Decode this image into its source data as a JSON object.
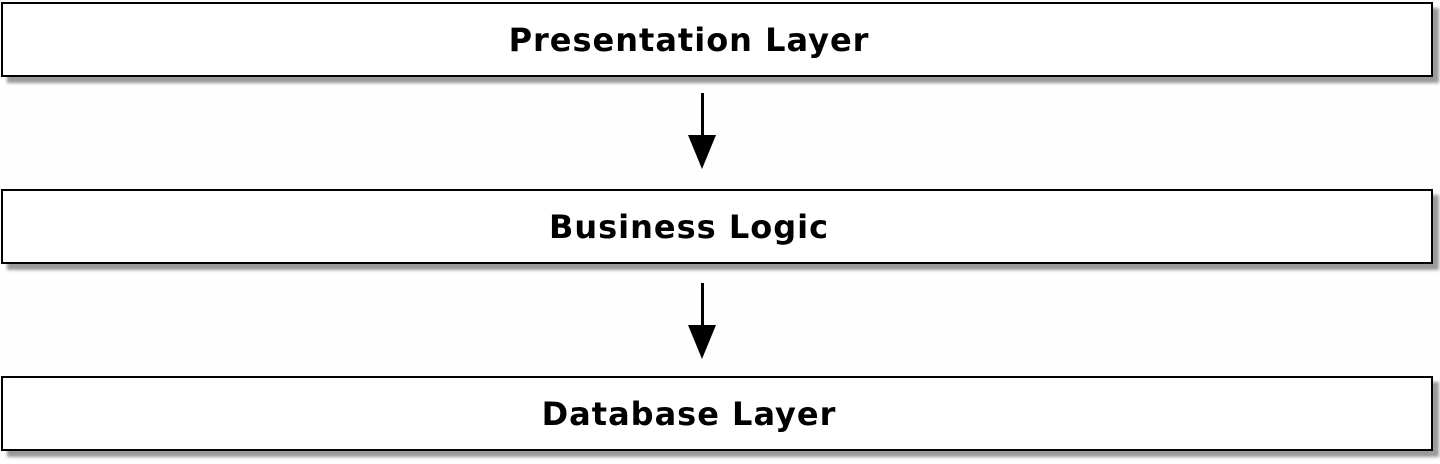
{
  "diagram": {
    "type": "flowchart",
    "direction": "top-down",
    "colors": {
      "canvas_bg": "#fefefe",
      "node_fill": "#ffffff",
      "node_border": "#000000",
      "node_shadow": "#9a9a9a",
      "text": "#000000",
      "connector": "#000000"
    },
    "nodes": [
      {
        "id": "presentation",
        "label": "Presentation Layer"
      },
      {
        "id": "business",
        "label": "Business Logic"
      },
      {
        "id": "database",
        "label": "Database Layer"
      }
    ],
    "connectors": [
      {
        "from": "presentation",
        "to": "business",
        "style": "arrow-down"
      },
      {
        "from": "business",
        "to": "database",
        "style": "arrow-down"
      }
    ]
  }
}
